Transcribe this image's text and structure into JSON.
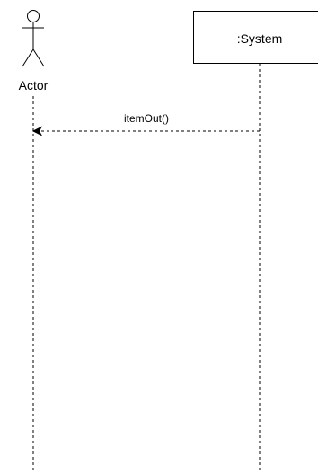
{
  "actor": {
    "label": "Actor"
  },
  "system": {
    "label": ":System"
  },
  "message": {
    "label": "itemOut()",
    "style": "dashed",
    "from": ":System",
    "to": "Actor"
  },
  "colors": {
    "line": "#000000",
    "background": "#ffffff"
  }
}
